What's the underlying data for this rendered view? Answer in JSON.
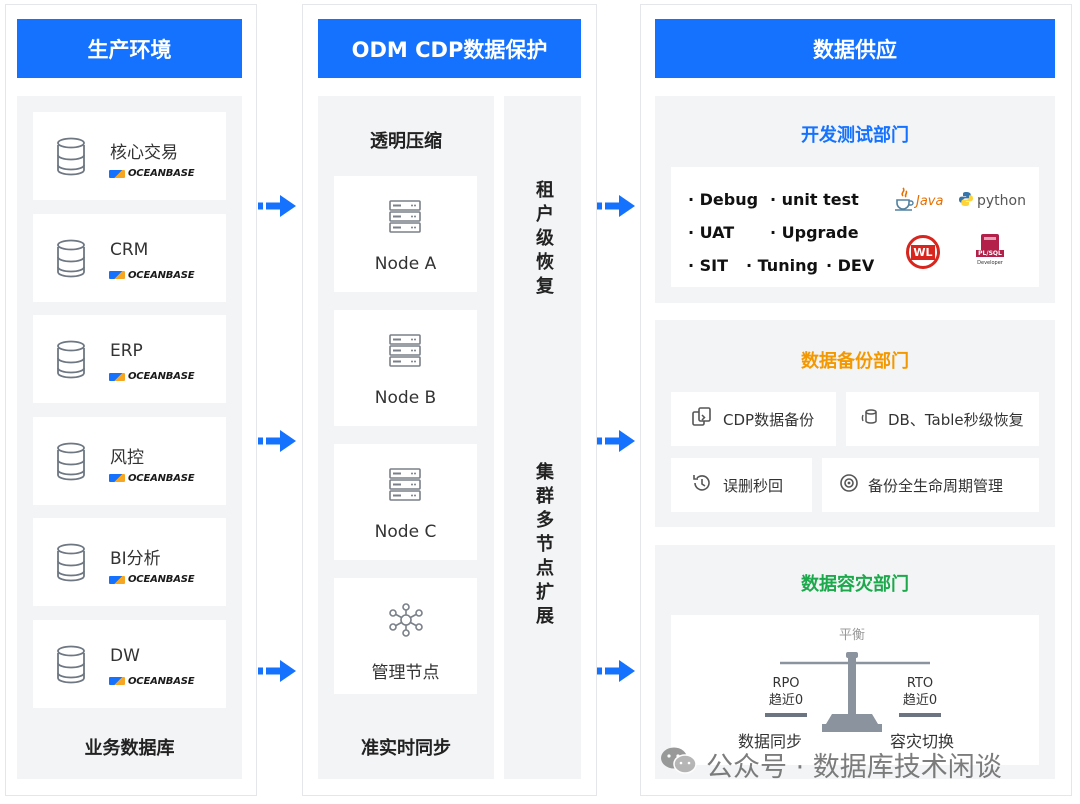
{
  "columns": {
    "production": {
      "title": "生产环境",
      "databases": [
        {
          "label": "核心交易",
          "brand": "OCEANBASE"
        },
        {
          "label": "CRM",
          "brand": "OCEANBASE"
        },
        {
          "label": "ERP",
          "brand": "OCEANBASE"
        },
        {
          "label": "风控",
          "brand": "OCEANBASE"
        },
        {
          "label": "BI分析",
          "brand": "OCEANBASE"
        },
        {
          "label": "DW",
          "brand": "OCEANBASE"
        }
      ],
      "footer": "业务数据库"
    },
    "protection": {
      "title": "ODM CDP数据保护",
      "compress_title": "透明压缩",
      "nodes": [
        "Node A",
        "Node B",
        "Node C"
      ],
      "manager": "管理节点",
      "footer": "准实时同步",
      "side_top": "租户级恢复",
      "side_bottom": "集群多节点扩展"
    },
    "supply": {
      "title": "数据供应",
      "dev": {
        "title": "开发测试部门",
        "title_color": "#1472ff",
        "tags": [
          "· Debug",
          "· unit test",
          "· UAT",
          "· Upgrade",
          "· SIT",
          "· Tuning",
          "· DEV"
        ],
        "logos": {
          "java": "Java",
          "python": "python",
          "weblogic": "WL",
          "plsql": "PL/SQL",
          "plsql_sub": "Developer"
        }
      },
      "backup": {
        "title": "数据备份部门",
        "title_color": "#f39800",
        "items": [
          "CDP数据备份",
          "DB、Table秒级恢复",
          "误删秒回",
          "备份全生命周期管理"
        ]
      },
      "dr": {
        "title": "数据容灾部门",
        "title_color": "#1ba94c",
        "balance": "平衡",
        "rpo": "RPO",
        "rpo_val": "趋近0",
        "rto": "RTO",
        "rto_val": "趋近0",
        "left_label": "数据同步",
        "right_label": "容灾切换"
      }
    }
  },
  "watermark": "公众号 · 数据库技术闲谈",
  "colors": {
    "accent": "#1472ff",
    "panel": "#f3f4f6"
  }
}
